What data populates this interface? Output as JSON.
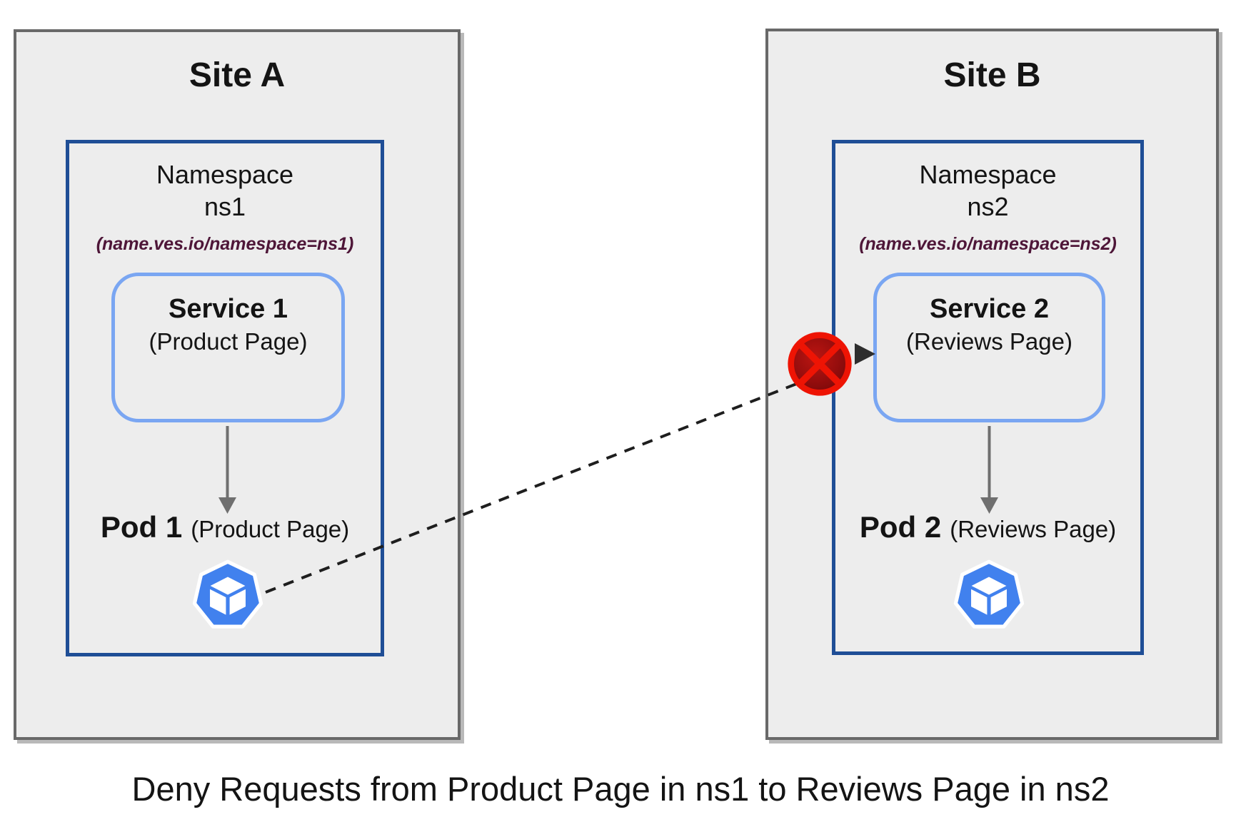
{
  "caption": "Deny Requests from Product Page in ns1 to Reviews Page in ns2",
  "sites": {
    "a": {
      "title": "Site A",
      "namespace": {
        "heading": "Namespace",
        "name": "ns1",
        "selector_label": "(name.ves.io/namespace=ns1)",
        "service": {
          "name": "Service 1",
          "subtitle": "(Product Page)"
        },
        "pod": {
          "name": "Pod 1",
          "subtitle": "(Product Page)"
        }
      }
    },
    "b": {
      "title": "Site B",
      "namespace": {
        "heading": "Namespace",
        "name": "ns2",
        "selector_label": "(name.ves.io/namespace=ns2)",
        "service": {
          "name": "Service 2",
          "subtitle": "(Reviews Page)"
        },
        "pod": {
          "name": "Pod 2",
          "subtitle": "(Reviews Page)"
        }
      }
    }
  },
  "connection": {
    "type": "denied-request",
    "style": "dashed-line-with-deny-icon",
    "from": "Pod 1",
    "to": "Service 2"
  },
  "icons": {
    "pod": "kubernetes-pod-icon",
    "deny": "deny-icon",
    "service_to_pod": "arrow-down-icon",
    "request_head": "arrowhead-right-icon"
  },
  "colors": {
    "page_background": "#ffffff",
    "box_fill": "#ededed",
    "site_border": "#696969",
    "namespace_border": "#1f4e96",
    "service_border": "#7aa6f2",
    "selector_label_text": "#4e1638",
    "kubernetes_blue": "#4181ee",
    "deny_red": "#ee1404",
    "deny_fill_dark": "#6d0707",
    "arrow_gray": "#6f6f6f",
    "dash_color": "#1e1e1e",
    "text": "#141414"
  }
}
